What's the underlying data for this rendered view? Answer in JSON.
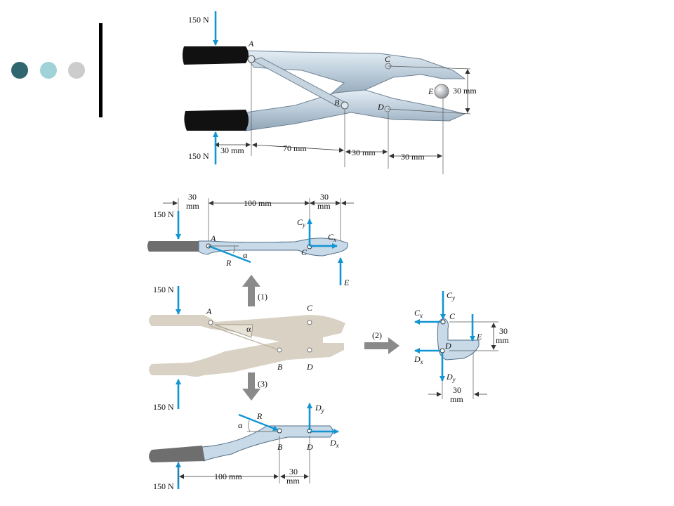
{
  "slide": {
    "dot_colors": [
      "#2f6670",
      "#9fd3d7",
      "#cccccc"
    ]
  },
  "top_figure": {
    "force_top": "150 N",
    "force_bottom": "150 N",
    "points": {
      "A": "A",
      "B": "B",
      "C": "C",
      "D": "D",
      "E": "E"
    },
    "dims": [
      "30 mm",
      "70 mm",
      "30 mm",
      "30 mm"
    ],
    "opening": "30 mm"
  },
  "upper_jaw": {
    "dim_left": [
      "30",
      "mm"
    ],
    "dim_mid": "100 mm",
    "dim_right": [
      "30",
      "mm"
    ],
    "force": "150 N",
    "labels": {
      "A": "A",
      "C": "C",
      "R": "R",
      "alpha": "α",
      "E": "E",
      "Cy": "C",
      "Cy_sub": "y",
      "Cx": "C",
      "Cx_sub": "x"
    }
  },
  "middle": {
    "force_top": "150 N",
    "force_bottom": "150 N",
    "labels": {
      "A": "A",
      "C": "C",
      "B": "B",
      "D": "D",
      "alpha": "α"
    },
    "arrow1": "(1)",
    "arrow2": "(2)",
    "arrow3": "(3)"
  },
  "jaw_detail": {
    "labels": {
      "Cy": "C",
      "Cy_sub": "y",
      "C": "C",
      "Cx": "C",
      "Cx_sub": "x",
      "E": "E",
      "D": "D",
      "Dx": "D",
      "Dx_sub": "x",
      "Dy": "D",
      "Dy_sub": "y"
    },
    "dim_right": [
      "30",
      "mm"
    ],
    "dim_bottom": [
      "30",
      "mm"
    ]
  },
  "lower_jaw": {
    "force": "150 N",
    "labels": {
      "R": "R",
      "alpha": "α",
      "B": "B",
      "D": "D",
      "Dy": "D",
      "Dy_sub": "y",
      "Dx": "D",
      "Dx_sub": "x"
    },
    "dim_mid": "100 mm",
    "dim_right": [
      "30",
      "mm"
    ]
  }
}
